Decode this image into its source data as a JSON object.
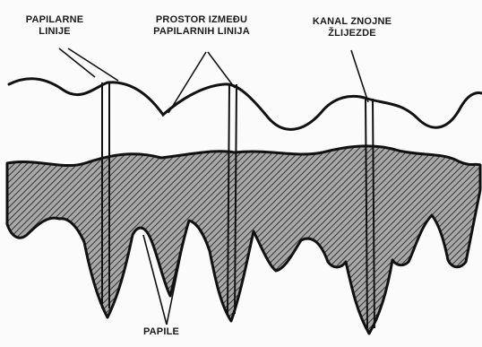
{
  "labels": {
    "papillary_lines": [
      "PAPILARNE",
      "LINIJE"
    ],
    "space_between": [
      "PROSTOR IZMEĐU",
      "PAPILARNIH LINIJA"
    ],
    "sweat_duct": [
      "KANAL ZNOJNE",
      "ŽLIJEZDE"
    ],
    "papillae": "PAPILE"
  },
  "colors": {
    "ink": "#1a1a1a",
    "background": "#fbfbfb",
    "hatch_fill": "#6a6a6a"
  }
}
